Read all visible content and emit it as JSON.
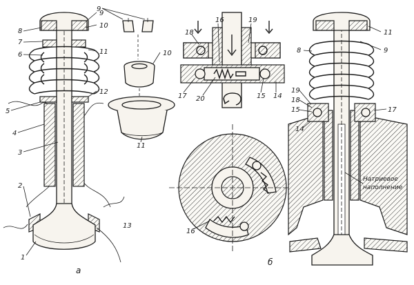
{
  "figure_a": {
    "caption": "а",
    "callouts": [
      "1",
      "2",
      "3",
      "4",
      "5",
      "6",
      "7",
      "8",
      "9",
      "10",
      "11",
      "12",
      "13"
    ],
    "exploded_callouts": [
      "9",
      "10",
      "11"
    ]
  },
  "figure_b": {
    "caption": "б",
    "callouts": [
      "14",
      "15",
      "16",
      "17",
      "18",
      "19",
      "20"
    ],
    "disc_callout": "16"
  },
  "figure_c": {
    "callouts": [
      "8",
      "9",
      "11",
      "14",
      "15",
      "17",
      "18",
      "19"
    ],
    "note_line1": "Натриевое",
    "note_line2": "наполнение"
  }
}
